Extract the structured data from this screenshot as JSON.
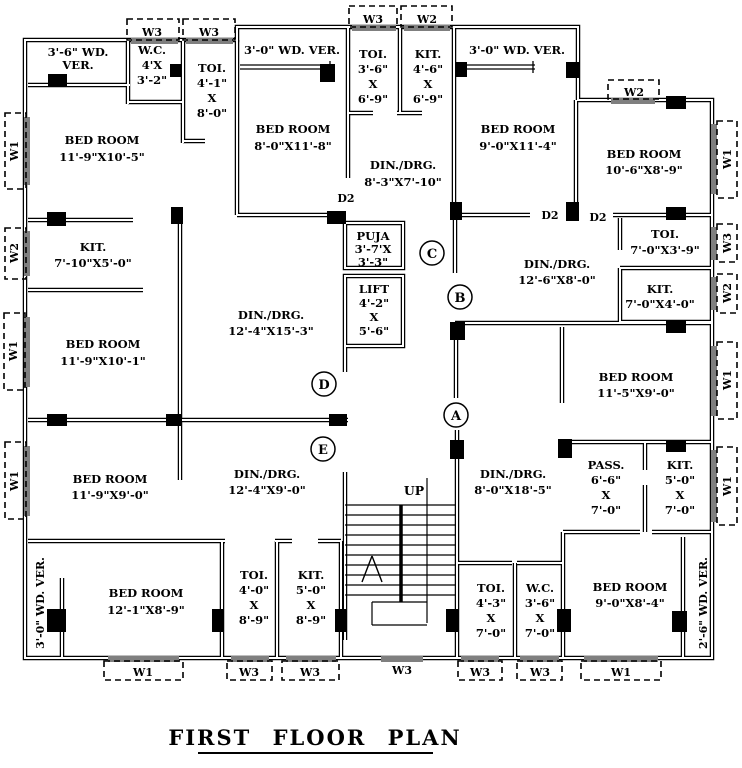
{
  "title": "FIRST FLOOR PLAN",
  "colors": {
    "line": "#000000",
    "window_fill": "#7f7f7f",
    "background": "#ffffff"
  },
  "rooms": {
    "ver_top_left": {
      "label": [
        "3'-6\" WD.",
        "VER."
      ]
    },
    "wc_top": {
      "label": [
        "W.C.",
        "4'X",
        "3'-2\""
      ]
    },
    "toi_top_left": {
      "label": [
        "TOI.",
        "4'-1\"",
        "X",
        "8'-0\""
      ]
    },
    "ver_top_mid": {
      "label": [
        "3'-0\" WD. VER."
      ]
    },
    "toi_top_mid": {
      "label": [
        "TOI.",
        "3'-6\"",
        "X",
        "6'-9\""
      ]
    },
    "kit_top_mid": {
      "label": [
        "KIT.",
        "4'-6\"",
        "X",
        "6'-9\""
      ]
    },
    "ver_top_right": {
      "label": [
        "3'-0\" WD. VER."
      ]
    },
    "bed_nw": {
      "label": [
        "BED ROOM",
        "11'-9\"X10'-5\""
      ]
    },
    "bed_n": {
      "label": [
        "BED ROOM",
        "8'-0\"X11'-8\""
      ]
    },
    "din_n": {
      "label": [
        "DIN./DRG.",
        "8'-3\"X7'-10\""
      ]
    },
    "bed_ne": {
      "label": [
        "BED ROOM",
        "9'-0\"X11'-4\""
      ]
    },
    "bed_e1": {
      "label": [
        "BED ROOM",
        "10'-6\"X8'-9\""
      ]
    },
    "kit_w": {
      "label": [
        "KIT.",
        "7'-10\"X5'-0\""
      ]
    },
    "puja": {
      "label": [
        "PUJA",
        "3'-7'X",
        "3'-3\""
      ]
    },
    "lift": {
      "label": [
        "LIFT",
        "4'-2\"",
        "X",
        "5'-6\""
      ]
    },
    "toi_e": {
      "label": [
        "TOI.",
        "7'-0\"X3'-9\""
      ]
    },
    "din_e": {
      "label": [
        "DIN./DRG.",
        "12'-6\"X8'-0\""
      ]
    },
    "kit_e": {
      "label": [
        "KIT.",
        "7'-0\"X4'-0\""
      ]
    },
    "din_center": {
      "label": [
        "DIN./DRG.",
        "12'-4\"X15'-3\""
      ]
    },
    "bed_w2": {
      "label": [
        "BED ROOM",
        "11'-9\"X10'-1\""
      ]
    },
    "bed_e2": {
      "label": [
        "BED ROOM",
        "11'-5\"X9'-0\""
      ]
    },
    "bed_w3": {
      "label": [
        "BED ROOM",
        "11'-9\"X9'-0\""
      ]
    },
    "din_sw": {
      "label": [
        "DIN./DRG.",
        "12'-4\"X9'-0\""
      ]
    },
    "din_s": {
      "label": [
        "DIN./DRG.",
        "8'-0\"X18'-5\""
      ]
    },
    "pass_s": {
      "label": [
        "PASS.",
        "6'-6\"",
        "X",
        "7'-0\""
      ]
    },
    "kit_s": {
      "label": [
        "KIT.",
        "5'-0\"",
        "X",
        "7'-0\""
      ]
    },
    "bed_sw": {
      "label": [
        "BED ROOM",
        "12'-1\"X8'-9\""
      ]
    },
    "toi_s1": {
      "label": [
        "TOI.",
        "4'-0\"",
        "X",
        "8'-9\""
      ]
    },
    "kit_s2": {
      "label": [
        "KIT.",
        "5'-0\"",
        "X",
        "8'-9\""
      ]
    },
    "toi_s2": {
      "label": [
        "TOI.",
        "4'-3\"",
        "X",
        "7'-0\""
      ]
    },
    "wc_s": {
      "label": [
        "W.C.",
        "3'-6\"",
        "X",
        "7'-0\""
      ]
    },
    "bed_se": {
      "label": [
        "BED ROOM",
        "9'-0\"X8'-4\""
      ]
    },
    "ver_left": {
      "label": [
        "3'-0\" WD. VER."
      ]
    },
    "ver_right": {
      "label": [
        "2'-6\" WD. VER."
      ]
    }
  },
  "windows": {
    "top": [
      "W3",
      "W3",
      "W3",
      "W2",
      "W2"
    ],
    "left": [
      "W1",
      "W2",
      "W1",
      "W1"
    ],
    "right": [
      "W1",
      "W3",
      "W2",
      "W1",
      "W1"
    ],
    "bottom": [
      "W1",
      "W3",
      "W3",
      "W3",
      "W3",
      "W3",
      "W1"
    ]
  },
  "doors": [
    "D2",
    "D2",
    "D2"
  ],
  "grid_markers": {
    "a": "A",
    "b": "B",
    "c": "C",
    "d": "D",
    "e": "E"
  },
  "stair": {
    "up_label": "UP"
  }
}
